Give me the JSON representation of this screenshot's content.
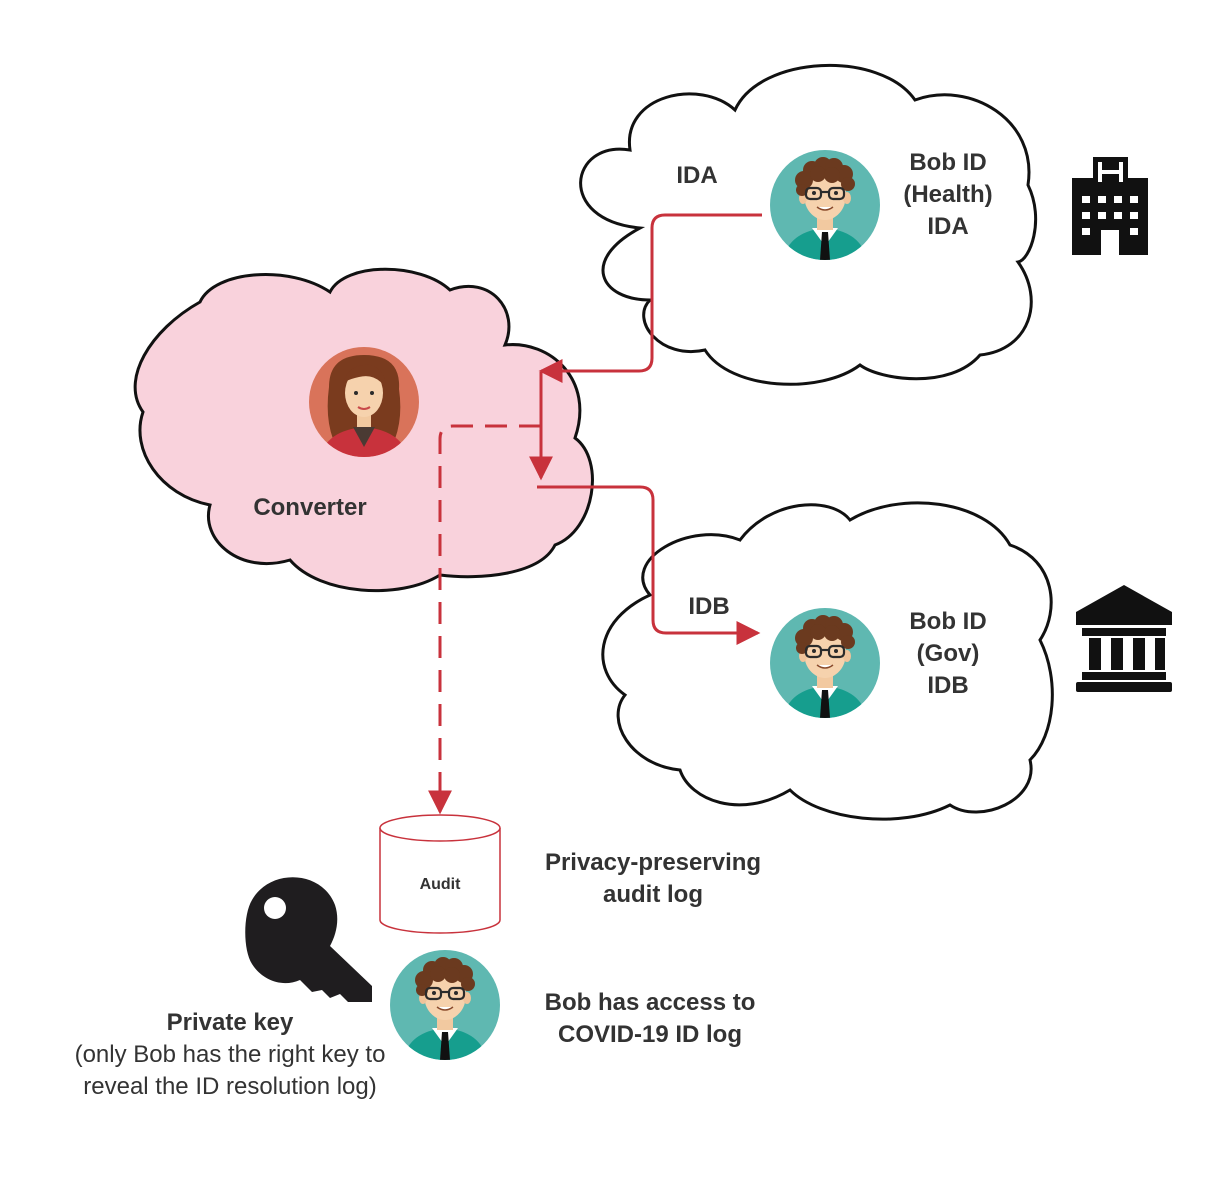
{
  "ida_cloud": {
    "label": "IDA",
    "person_lines": [
      "Bob ID",
      "(Health)",
      "IDA"
    ]
  },
  "converter_cloud": {
    "label": "Converter"
  },
  "idb_cloud": {
    "label": "IDB",
    "person_lines": [
      "Bob ID",
      "(Gov)",
      "IDB"
    ]
  },
  "audit": {
    "cylinder_label": "Audit",
    "caption_lines": [
      "Privacy-preserving",
      "audit log"
    ]
  },
  "bob_access": {
    "lines": [
      "Bob has access to",
      "COVID-19 ID log"
    ]
  },
  "private_key": {
    "title": "Private key",
    "lines": [
      "(only Bob has the right key to",
      "reveal the ID resolution log)"
    ]
  },
  "icons": [
    "hospital-icon",
    "government-building-icon",
    "key-icon"
  ],
  "colors": {
    "arrow": "#c8323c",
    "converter_cloud_fill": "#f9d2dc",
    "bob_shirt": "#2aa198",
    "bob_bg": "#5fb8b1",
    "alice_bg": "#d9735a"
  }
}
